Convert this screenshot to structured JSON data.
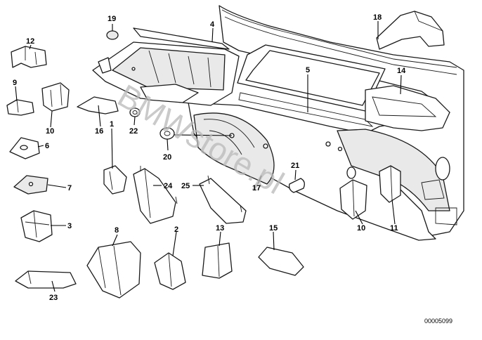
{
  "diagram": {
    "callouts": [
      {
        "label": "1"
      },
      {
        "label": "2"
      },
      {
        "label": "3"
      },
      {
        "label": "4"
      },
      {
        "label": "5"
      },
      {
        "label": "6"
      },
      {
        "label": "7"
      },
      {
        "label": "8"
      },
      {
        "label": "9"
      },
      {
        "label": "10"
      },
      {
        "label": "10"
      },
      {
        "label": "11"
      },
      {
        "label": "12"
      },
      {
        "label": "13"
      },
      {
        "label": "14"
      },
      {
        "label": "15"
      },
      {
        "label": "16"
      },
      {
        "label": "17"
      },
      {
        "label": "18"
      },
      {
        "label": "19"
      },
      {
        "label": "20"
      },
      {
        "label": "21"
      },
      {
        "label": "22"
      },
      {
        "label": "23"
      },
      {
        "label": "24"
      },
      {
        "label": "25"
      }
    ],
    "watermark": "BMWstore.pl",
    "drawing_code": "00005099"
  }
}
